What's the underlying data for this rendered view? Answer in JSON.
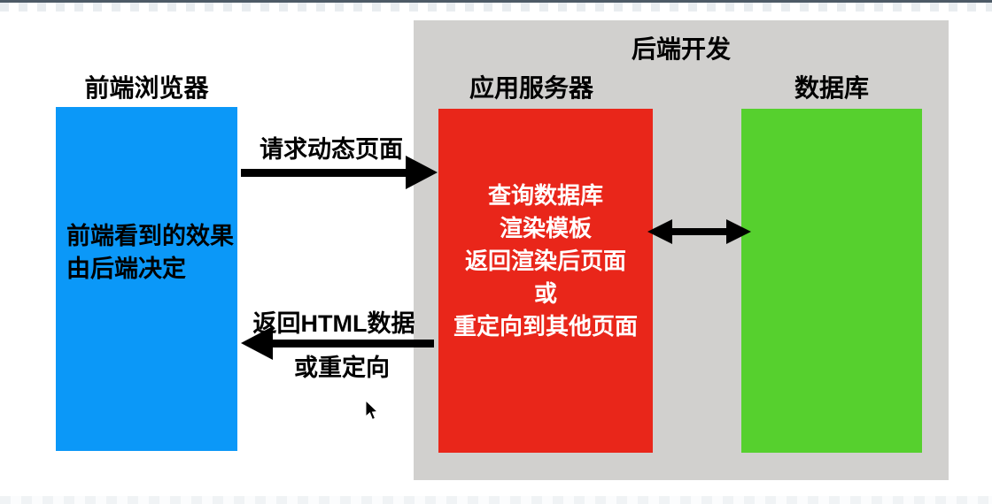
{
  "frontend": {
    "title": "前端浏览器",
    "note_line1": "前端看到的效果",
    "note_line2": "由后端决定"
  },
  "backend": {
    "title": "后端开发",
    "app_server": {
      "title": "应用服务器",
      "tasks": [
        "查询数据库",
        "渲染模板",
        "返回渲染后页面",
        "或",
        "重定向到其他页面"
      ]
    },
    "database": {
      "title": "数据库"
    }
  },
  "flows": {
    "request_label": "请求动态页面",
    "response_label_line1": "返回HTML数据",
    "response_label_line2": "或重定向"
  },
  "colors": {
    "frontend_box": "#0b98f8",
    "app_server_box": "#e9261a",
    "database_box": "#56d02e",
    "backend_area": "#d1d0ce",
    "arrow": "#000000",
    "artifact_line": "#4d5a66"
  }
}
